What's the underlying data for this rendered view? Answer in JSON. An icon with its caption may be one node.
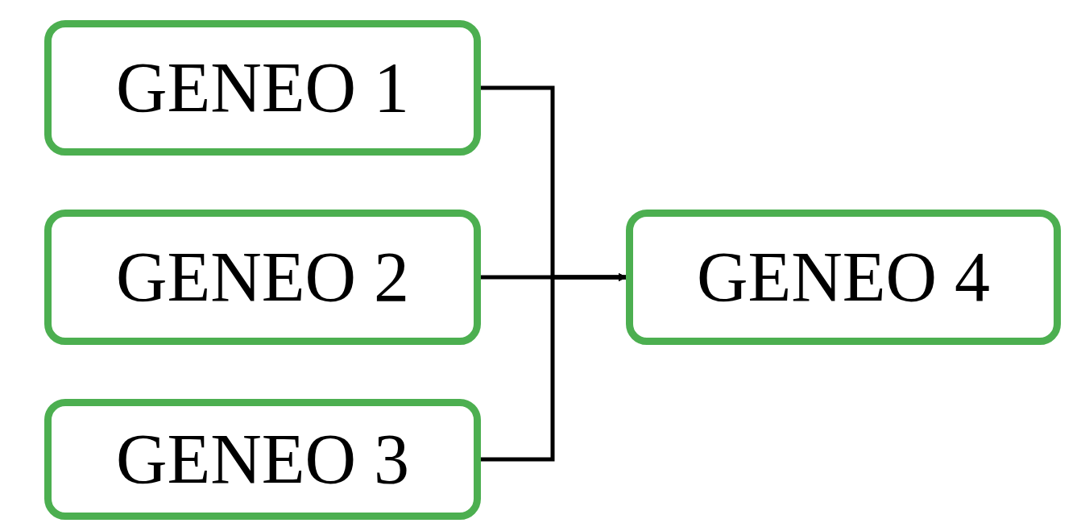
{
  "diagram": {
    "nodes": [
      {
        "text": [
          "GENEO 1"
        ]
      },
      {
        "text": [
          "GENEO 2"
        ]
      },
      {
        "text": [
          "GENEO 3"
        ]
      },
      {
        "text": [
          "GENEO 4"
        ]
      }
    ],
    "edges": [
      {
        "from": 0,
        "to": 3,
        "arrow": "to"
      },
      {
        "from": 1,
        "to": 3,
        "arrow": "to"
      },
      {
        "from": 2,
        "to": 3,
        "arrow": "to"
      }
    ]
  }
}
